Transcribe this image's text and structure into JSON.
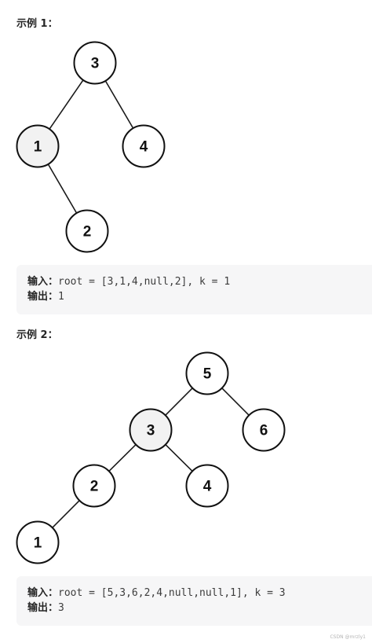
{
  "examples": [
    {
      "title": "示例 1：",
      "tree": {
        "nodes": [
          {
            "id": "n3",
            "label": "3",
            "highlight": false
          },
          {
            "id": "n1",
            "label": "1",
            "highlight": true
          },
          {
            "id": "n4",
            "label": "4",
            "highlight": false
          },
          {
            "id": "n2",
            "label": "2",
            "highlight": false
          }
        ],
        "edges": [
          [
            "n3",
            "n1"
          ],
          [
            "n3",
            "n4"
          ],
          [
            "n1",
            "n2"
          ]
        ]
      },
      "input_label": "输入：",
      "input_value": "root = [3,1,4,null,2], k = 1",
      "output_label": "输出：",
      "output_value": "1"
    },
    {
      "title": "示例 2：",
      "tree": {
        "nodes": [
          {
            "id": "n5",
            "label": "5",
            "highlight": false
          },
          {
            "id": "n3",
            "label": "3",
            "highlight": true
          },
          {
            "id": "n6",
            "label": "6",
            "highlight": false
          },
          {
            "id": "n2",
            "label": "2",
            "highlight": false
          },
          {
            "id": "n4",
            "label": "4",
            "highlight": false
          },
          {
            "id": "n1",
            "label": "1",
            "highlight": false
          }
        ],
        "edges": [
          [
            "n5",
            "n3"
          ],
          [
            "n5",
            "n6"
          ],
          [
            "n3",
            "n2"
          ],
          [
            "n3",
            "n4"
          ],
          [
            "n2",
            "n1"
          ]
        ]
      },
      "input_label": "输入：",
      "input_value": "root = [5,3,6,2,4,null,null,1], k = 3",
      "output_label": "输出：",
      "output_value": "3"
    }
  ],
  "watermark": "CSDN @mrzly1"
}
